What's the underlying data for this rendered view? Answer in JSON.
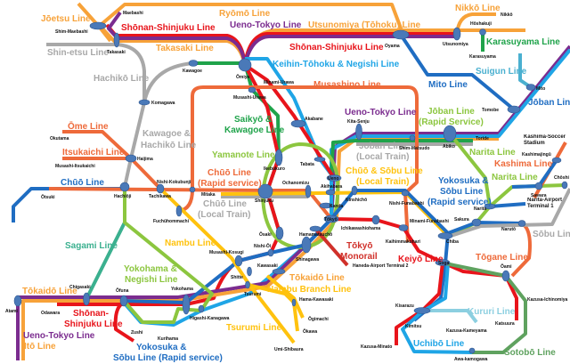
{
  "colors": {
    "orange": "#F7A239",
    "red": "#E8141B",
    "purple": "#7B2C8F",
    "keihin": "#1FA5E6",
    "saikyo": "#1FA34A",
    "yamanote": "#8CC63F",
    "chuo_rapid": "#EE6A3A",
    "blue": "#1F6DC2",
    "gray": "#A8A8A8",
    "yellow": "#FFC20E",
    "sagami": "#3BB08F",
    "kururi": "#8CCFE0",
    "sotobo": "#5FA25F",
    "station": "#4A79B8"
  },
  "line_labels": {
    "joetsu": "Jōetsu Line",
    "ryomo": "Ryōmō Line",
    "shonan1": "Shōnan-Shinjuku Line",
    "uenotokyo1": "Ueno-Tokyo Line",
    "utsunomiya": "Utsunomiya (Tōhoku) Line",
    "nikko": "Nikkō Line",
    "shonan2": "Shōnan-Shinjuku Line",
    "karasuyama": "Karasuyama Line",
    "shinetsu": "Shin-etsu Line",
    "takasaki": "Takasaki Line",
    "keihin": "Keihin-Tōhoku & Negishi Line",
    "suigun": "Suigun Line",
    "hachiko": "Hachikō Line",
    "mito": "Mito Line",
    "joban1": "Jōban Line",
    "musashino": "Musashino Line",
    "saikyo_a": "Saikyō &",
    "saikyo_b": "Kawagoe Line",
    "uenotokyo2": "Ueno-Tokyo Line",
    "joban_rapid_a": "Jōban Line",
    "joban_rapid_b": "(Rapid Service)",
    "ome": "Ōme Line",
    "kawagoe_a": "Kawagoe &",
    "kawagoe_b": "Hachikō Line",
    "itsukaichi": "Itsukaichi Line",
    "yamanote": "Yamanote Line",
    "joban_local_a": "Jōban Line",
    "joban_local_b": "(Local Train)",
    "narita1": "Narita Line",
    "kashima": "Kashima Line",
    "chuo": "Chūō Line",
    "chuo_rapid_a": "Chūō Line",
    "chuo_rapid_b": "(Rapid service)",
    "chuosobu_a": "Chūō & Sōbu Line",
    "chuosobu_b": "(Local Train)",
    "narita2": "Narita Line",
    "yokosuka_a": "Yokosuka &",
    "yokosuka_b": "Sōbu Line",
    "yokosuka_c": "(Rapid service)",
    "chuo_local_a": "Chūō Line",
    "chuo_local_b": "(Local Train)",
    "sagami": "Sagami Line",
    "nambu": "Nambu Line",
    "sobu": "Sōbu Line",
    "monorail_a": "Tōkyō",
    "monorail_b": "Monorail",
    "keiyo": "Keiyō Line",
    "togane": "Tōgane Line",
    "yokohama_a": "Yokohama &",
    "yokohama_b": "Negishi Line",
    "tokaido1": "Tōkaidō Line",
    "tokaido2": "Tōkaidō Line",
    "nambu_branch": "Nambu Branch Line",
    "shonan3_a": "Shōnan-",
    "shonan3_b": "Shinjuku Line",
    "uenotokyo3": "Ueno-Tokyo Line",
    "ito": "Itō Line",
    "tsurumi": "Tsurumi Line",
    "yokosuka2_a": "Yokosuka &",
    "yokosuka2_b": "Sōbu Line (Rapid service)",
    "kururi": "Kururi Line",
    "uchibo": "Uchibō Line",
    "sotobo": "Sotobō Line"
  },
  "stations": {
    "maebashi": "Maebashi",
    "shinmaebashi": "Shim-Maebashi",
    "takasaki": "Takasaki",
    "kawagoe": "Kawagoe",
    "omiya": "Ōmiya",
    "musashiurawa": "Musashi-Urawa",
    "minamiurawa": "Minami-Urawa",
    "komagawa": "Komagawa",
    "okutama": "Okutama",
    "haijima": "Haijima",
    "musashiitsukaichi": "Musashi-Itsukaichi",
    "otsuki": "Ōtsuki",
    "hachioji": "Hachiōji",
    "tachikawa": "Tachikawa",
    "nishikokubunji": "Nishi-Kokubunji",
    "fuchu": "Fuchūhommachi",
    "mitaka": "Mitaka",
    "shinjuku": "Shinjuku",
    "ikebukuro": "Ikebukuro",
    "akabane": "Akabane",
    "tabata": "Tabata",
    "ueno": "Ueno",
    "akihabara": "Akihabara",
    "ochanomizu": "Ochanomizu",
    "kanda": "Kanda",
    "tokyo": "Tōkyō",
    "hamamatsucho": "Hamamatsuchō",
    "shinagawa": "Shinagawa",
    "osaki": "Ōsaki",
    "nishioi": "Nishi-Ōi",
    "musashikosugi": "Musashi-Kosugi",
    "kitasenju": "Kita-Senju",
    "shinmatsudo": "Shim-Matsudo",
    "abiko": "Abiko",
    "toride": "Toride",
    "tomobe": "Tomobe",
    "mito": "Mito",
    "oyama": "Oyama",
    "utsunomiya": "Utsunomiya",
    "hoshakuji": "Hōshakuji",
    "nikko": "Nikkō",
    "karasuyama": "Karasuyama",
    "kinshicho": "Kinshichō",
    "nishifunabashi": "Nishi-Funabashi",
    "ichikawa": "Ichikawashiohama",
    "minamifunabashi": "Minami-Funabashi",
    "kaihin": "Kaihimmakuhari",
    "chiba": "Chiba",
    "soga": "Soga",
    "oami": "Ōami",
    "kazusaichinomiya": "Kazusa-Ichinomiya",
    "katsuura": "Katsuura",
    "kisarazu": "Kisarazu",
    "kimitsu": "Kimitsu",
    "kazusaminato": "Kazusa-Minato",
    "awakamogawa": "Awa-kamogawa",
    "kazusakameyama": "Kazusa-Kameyama",
    "sakura": "Sakura",
    "narita": "Narita",
    "naritaairport": "Narita-Airport Terminal 1",
    "naruto": "Narutō",
    "sawara": "Sawara",
    "choshi": "Chōshi",
    "kashimajingu": "Kashimajingū",
    "kashimasoccer": "Kashima-Soccer Stadium",
    "haneda": "Haneda-Airport Terminal 2",
    "yokohama": "Yokohama",
    "ofuna": "Ōfuna",
    "chigasaki": "Chigasaki",
    "atami": "Atami",
    "odawara": "Odawara",
    "zushi": "Zushi",
    "kurihama": "Kurihama",
    "higashikanagawa": "Higashi-Kanagawa",
    "kawasaki": "Kawasaki",
    "shitte": "Shitte",
    "tsurumi": "Tsurumi",
    "hamakawasaki": "Hama-Kawasaki",
    "ogimachi": "Ōgimachi",
    "okawa": "Ōkawa",
    "umishibaura": "Umi-Shibaura"
  }
}
